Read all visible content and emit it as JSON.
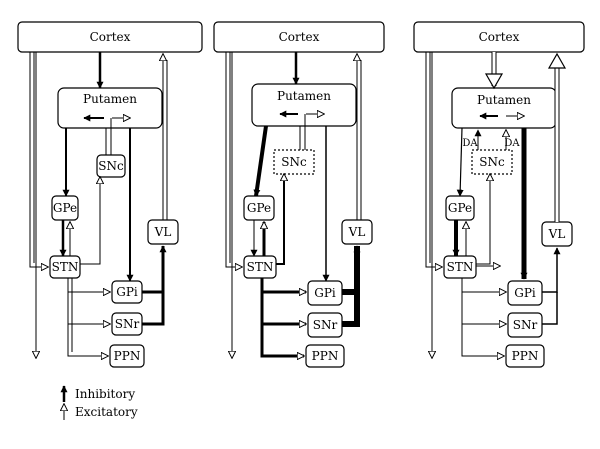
{
  "panels": [
    {
      "cortex": "Cortex",
      "putamen": "Putamen",
      "snc": "SNc",
      "gpe": "GPe",
      "stn": "STN",
      "vl": "VL",
      "gpi": "GPi",
      "snr": "SNr",
      "ppn": "PPN"
    },
    {
      "cortex": "Cortex",
      "putamen": "Putamen",
      "snc": "SNc",
      "gpe": "GPe",
      "stn": "STN",
      "vl": "VL",
      "gpi": "GPi",
      "snr": "SNr",
      "ppn": "PPN"
    },
    {
      "cortex": "Cortex",
      "putamen": "Putamen",
      "snc": "SNc",
      "gpe": "GPe",
      "stn": "STN",
      "vl": "VL",
      "gpi": "GPi",
      "snr": "SNr",
      "ppn": "PPN",
      "da_left": "DA",
      "da_right": "DA"
    }
  ],
  "legend": {
    "inhibitory": "Inhibitory",
    "excitatory": "Excitatory"
  }
}
